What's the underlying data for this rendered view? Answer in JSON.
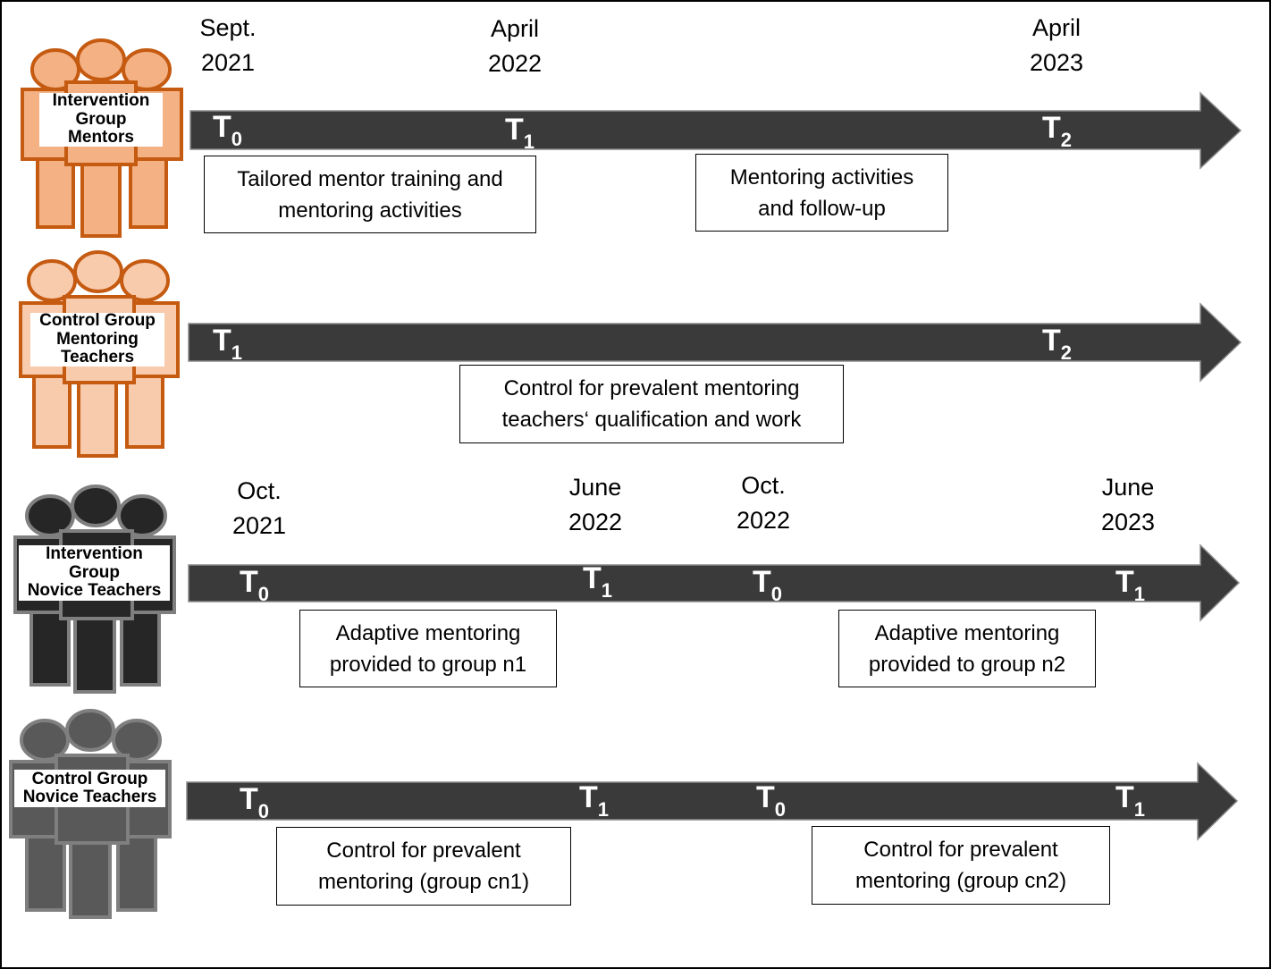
{
  "colors": {
    "arrow": "#3a3a3a",
    "mentor_fill_dark": "#f4b183",
    "mentor_fill_light": "#f8cbad",
    "mentor_stroke": "#c55a11",
    "novice_fill_dark": "#262626",
    "novice_stroke_dark": "#7f7f7f",
    "novice_fill_grey": "#595959",
    "novice_stroke_grey": "#7f7f7f"
  },
  "rows": [
    {
      "id": "intervention-mentors",
      "group_label": [
        "Intervention",
        "Group",
        "Mentors"
      ],
      "dates": [
        "Sept.",
        "2021",
        "April",
        "2022",
        "April",
        "2023"
      ],
      "timepoints": [
        {
          "base": "T",
          "sub": "0"
        },
        {
          "base": "T",
          "sub": "1"
        },
        {
          "base": "T",
          "sub": "2"
        }
      ],
      "notes": [
        [
          "Tailored mentor training and",
          "mentoring activities"
        ],
        [
          "Mentoring activities",
          "and follow-up"
        ]
      ]
    },
    {
      "id": "control-mentors",
      "group_label": [
        "Control Group",
        "Mentoring",
        "Teachers"
      ],
      "timepoints": [
        {
          "base": "T",
          "sub": "1"
        },
        {
          "base": "T",
          "sub": "2"
        }
      ],
      "notes": [
        [
          "Control for prevalent mentoring",
          "teachers‘ qualification and work"
        ]
      ]
    },
    {
      "id": "intervention-novices",
      "group_label": [
        "Intervention",
        "Group",
        "Novice Teachers"
      ],
      "dates": [
        "Oct.",
        "2021",
        "June",
        "2022",
        "Oct.",
        "2022",
        "June",
        "2023"
      ],
      "timepoints": [
        {
          "base": "T",
          "sub": "0"
        },
        {
          "base": "T",
          "sub": "1"
        },
        {
          "base": "T",
          "sub": "0"
        },
        {
          "base": "T",
          "sub": "1"
        }
      ],
      "notes": [
        [
          "Adaptive mentoring",
          "provided to group n1"
        ],
        [
          "Adaptive mentoring",
          "provided to group n2"
        ]
      ]
    },
    {
      "id": "control-novices",
      "group_label": [
        "Control Group",
        "Novice Teachers"
      ],
      "timepoints": [
        {
          "base": "T",
          "sub": "0"
        },
        {
          "base": "T",
          "sub": "1"
        },
        {
          "base": "T",
          "sub": "0"
        },
        {
          "base": "T",
          "sub": "1"
        }
      ],
      "notes": [
        [
          "Control for prevalent",
          "mentoring (group cn1)"
        ],
        [
          "Control for prevalent",
          "mentoring (group cn2)"
        ]
      ]
    }
  ]
}
